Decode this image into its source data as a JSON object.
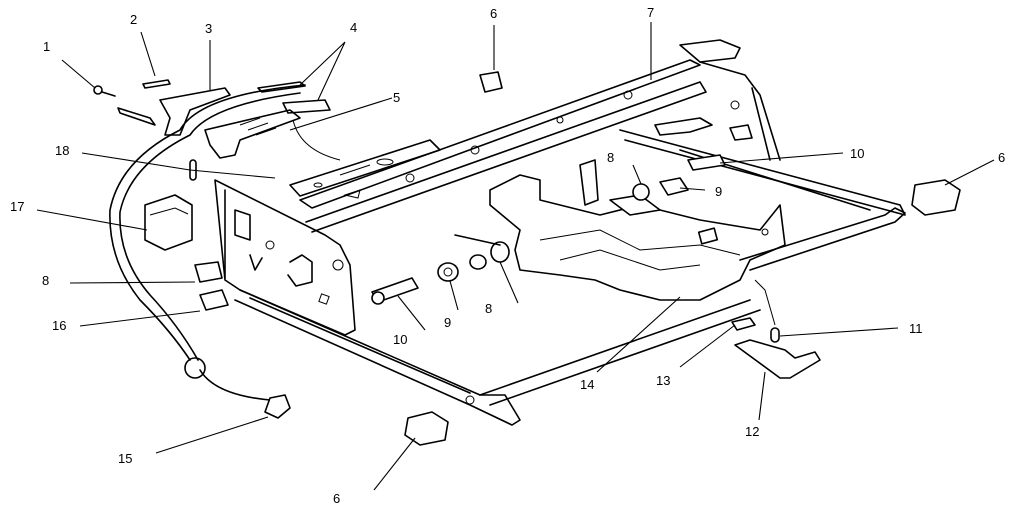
{
  "diagram": {
    "type": "exploded-parts-diagram",
    "background": "#ffffff",
    "ink": "#000000",
    "callouts": [
      {
        "id": "c1",
        "label": "1"
      },
      {
        "id": "c2",
        "label": "2"
      },
      {
        "id": "c3",
        "label": "3"
      },
      {
        "id": "c4",
        "label": "4"
      },
      {
        "id": "c5",
        "label": "5"
      },
      {
        "id": "c6a",
        "label": "6"
      },
      {
        "id": "c6b",
        "label": "6"
      },
      {
        "id": "c6c",
        "label": "6"
      },
      {
        "id": "c7",
        "label": "7"
      },
      {
        "id": "c8a",
        "label": "8"
      },
      {
        "id": "c8b",
        "label": "8"
      },
      {
        "id": "c8c",
        "label": "8"
      },
      {
        "id": "c9a",
        "label": "9"
      },
      {
        "id": "c9b",
        "label": "9"
      },
      {
        "id": "c10a",
        "label": "10"
      },
      {
        "id": "c10b",
        "label": "10"
      },
      {
        "id": "c11",
        "label": "11"
      },
      {
        "id": "c12",
        "label": "12"
      },
      {
        "id": "c13",
        "label": "13"
      },
      {
        "id": "c14",
        "label": "14"
      },
      {
        "id": "c15",
        "label": "15"
      },
      {
        "id": "c16",
        "label": "16"
      },
      {
        "id": "c17",
        "label": "17"
      },
      {
        "id": "c18",
        "label": "18"
      }
    ]
  }
}
